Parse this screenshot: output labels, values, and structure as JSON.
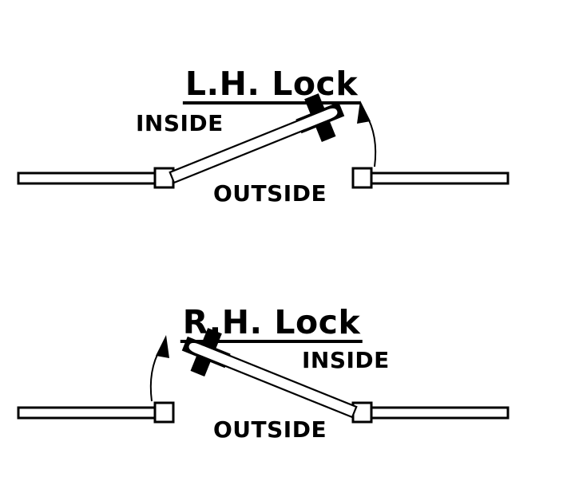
{
  "colors": {
    "ink": "#000000",
    "paper": "#ffffff"
  },
  "diagrams": [
    {
      "title": "L.H. Lock",
      "inside_label": "INSIDE",
      "outside_label": "OUTSIDE",
      "hinge_side": "left",
      "lock_icon": "key-cross",
      "swing_arrow": "open-outward"
    },
    {
      "title": "R.H. Lock",
      "inside_label": "INSIDE",
      "outside_label": "OUTSIDE",
      "hinge_side": "right",
      "lock_icon": "key-cross",
      "swing_arrow": "open-outward"
    }
  ]
}
